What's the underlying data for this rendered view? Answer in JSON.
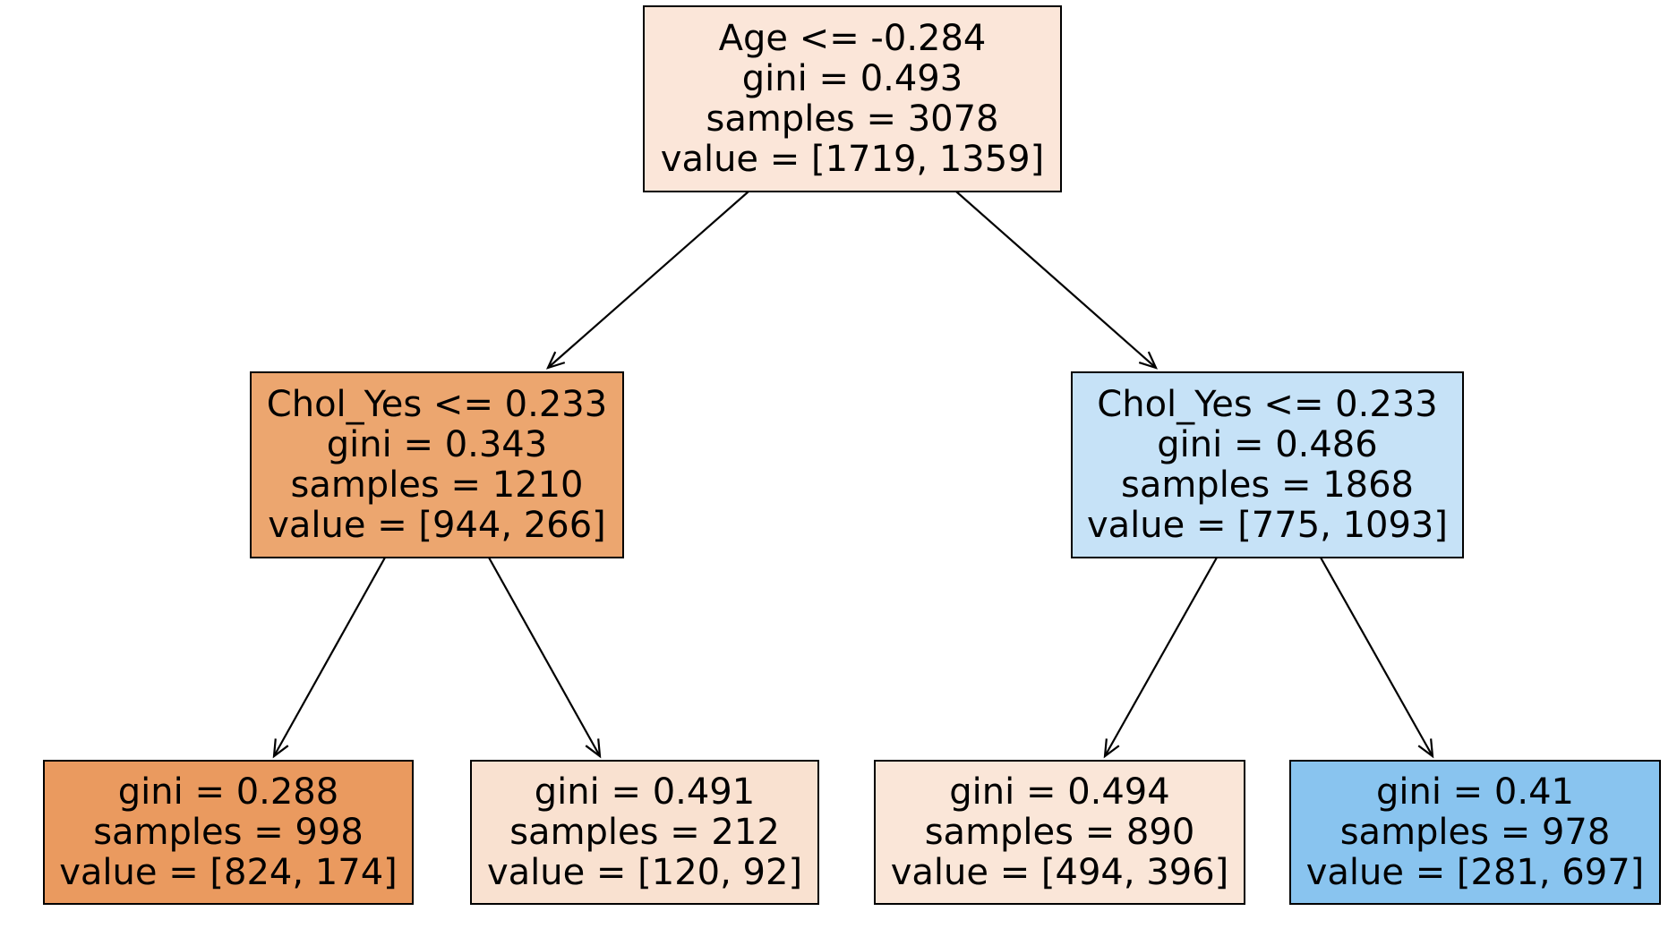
{
  "tree": {
    "nodes": [
      {
        "id": "root",
        "lines": [
          "Age <= -0.284",
          "gini = 0.493",
          "samples = 3078",
          "value = [1719, 1359]"
        ],
        "fill": "#fbe6d9"
      },
      {
        "id": "left",
        "lines": [
          "Chol_Yes <= 0.233",
          "gini = 0.343",
          "samples = 1210",
          "value = [944, 266]"
        ],
        "fill": "#eca66f"
      },
      {
        "id": "right",
        "lines": [
          "Chol_Yes <= 0.233",
          "gini = 0.486",
          "samples = 1868",
          "value = [775, 1093]"
        ],
        "fill": "#c6e2f7"
      },
      {
        "id": "left-left",
        "lines": [
          "gini = 0.288",
          "samples = 998",
          "value = [824, 174]"
        ],
        "fill": "#ea9a5f"
      },
      {
        "id": "left-right",
        "lines": [
          "gini = 0.491",
          "samples = 212",
          "value = [120, 92]"
        ],
        "fill": "#f9e1d0"
      },
      {
        "id": "right-left",
        "lines": [
          "gini = 0.494",
          "samples = 890",
          "value = [494, 396]"
        ],
        "fill": "#fae6d8"
      },
      {
        "id": "right-right",
        "lines": [
          "gini = 0.41",
          "samples = 978",
          "value = [281, 697]"
        ],
        "fill": "#89c4ef"
      }
    ],
    "edges": [
      {
        "from": "root",
        "to": "left"
      },
      {
        "from": "root",
        "to": "right"
      },
      {
        "from": "left",
        "to": "left-left"
      },
      {
        "from": "left",
        "to": "left-right"
      },
      {
        "from": "right",
        "to": "right-left"
      },
      {
        "from": "right",
        "to": "right-right"
      }
    ]
  }
}
